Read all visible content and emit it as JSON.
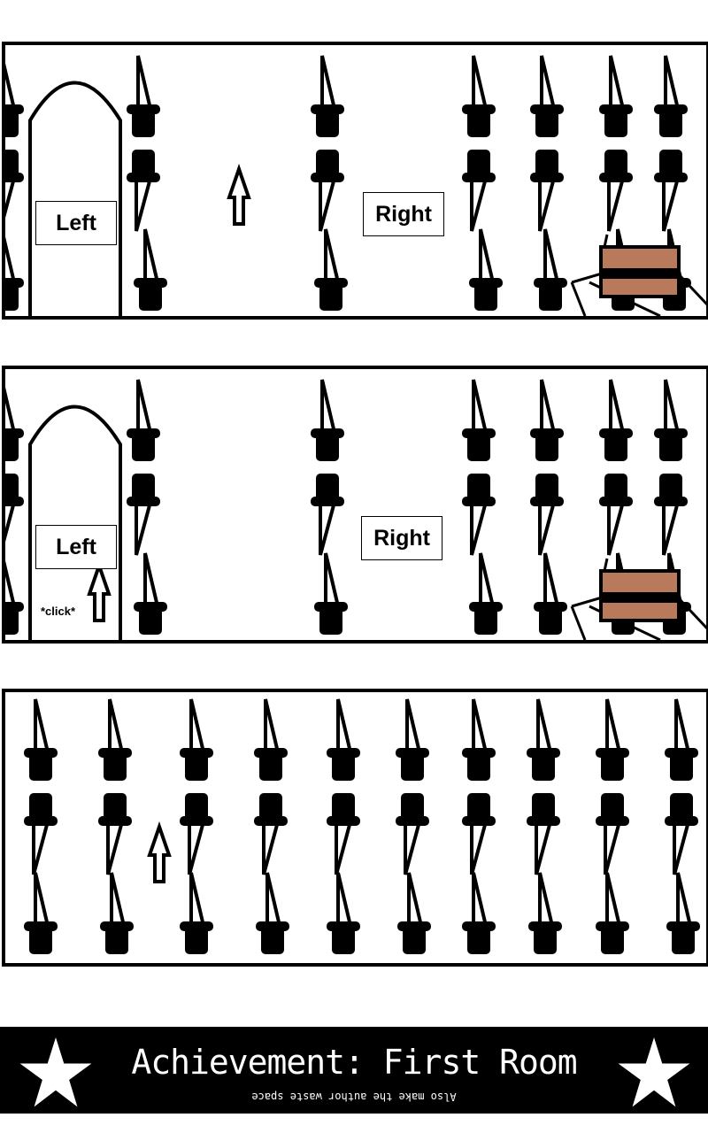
{
  "panels": [
    {
      "left_label": "Left",
      "right_label": "Right"
    },
    {
      "left_label": "Left",
      "right_label": "Right",
      "click_text": "*click*"
    },
    {}
  ],
  "achievement": {
    "title": "Achievement: First Room",
    "subtitle": "Also make the author waste space"
  },
  "colors": {
    "chest": "#b87a5a",
    "ink": "#000000"
  }
}
